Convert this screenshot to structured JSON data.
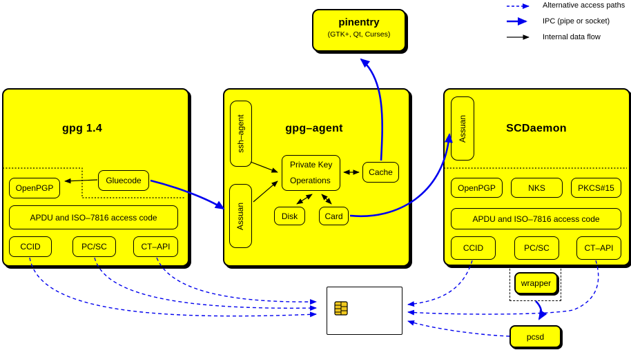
{
  "colors": {
    "box_yellow": "#ffff00",
    "line_blue": "#0000ee",
    "line_black": "#000000",
    "chip_gold": "#f0c81e",
    "card_white": "#ffffff"
  },
  "legend": {
    "items": [
      {
        "icon": "dashed-blue-arrow",
        "label": "Alternative access paths"
      },
      {
        "icon": "solid-blue-arrow",
        "label": "IPC (pipe or socket)"
      },
      {
        "icon": "solid-black-arrow",
        "label": "Internal data flow"
      }
    ]
  },
  "pinentry": {
    "title": "pinentry",
    "subtitle": "(GTK+, Qt, Curses)"
  },
  "gpg14": {
    "title": "gpg 1.4",
    "gluecode": "Gluecode",
    "openpgp": "OpenPGP",
    "apdu": "APDU and ISO–7816 access code",
    "ccid": "CCID",
    "pcsc": "PC/SC",
    "ctapi": "CT–API"
  },
  "gpg_agent": {
    "title": "gpg–agent",
    "ssh_agent": "ssh–agent",
    "assuan": "Assuan",
    "private_key_line1": "Private Key",
    "private_key_line2": "Operations",
    "cache": "Cache",
    "disk": "Disk",
    "card": "Card"
  },
  "scdaemon": {
    "title": "SCDaemon",
    "assuan": "Assuan",
    "openpgp": "OpenPGP",
    "nks": "NKS",
    "pkcs15": "PKCS#15",
    "apdu": "APDU and ISO–7816 access code",
    "ccid": "CCID",
    "pcsc": "PC/SC",
    "ctapi": "CT–API",
    "wrapper": "wrapper"
  },
  "pcsd": {
    "label": "pcsd"
  }
}
